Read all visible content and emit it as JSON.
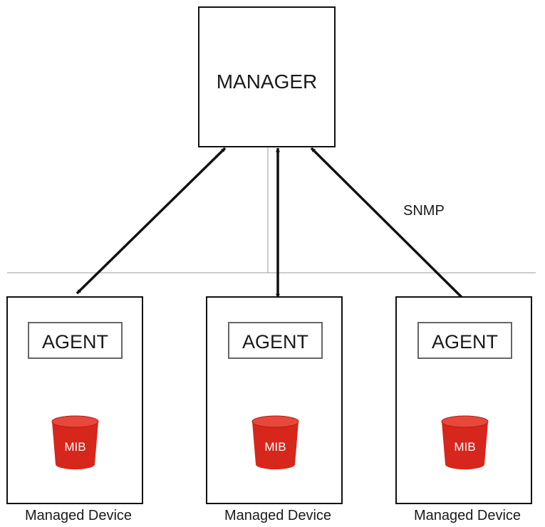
{
  "manager": {
    "label": "MANAGER"
  },
  "protocol": {
    "label": "SNMP"
  },
  "devices": [
    {
      "agent_label": "AGENT",
      "mib_label": "MIB",
      "caption": "Managed Device"
    },
    {
      "agent_label": "AGENT",
      "mib_label": "MIB",
      "caption": "Managed Device"
    },
    {
      "agent_label": "AGENT",
      "mib_label": "MIB",
      "caption": "Managed Device"
    }
  ],
  "colors": {
    "mib_fill": "#d7261b",
    "mib_top": "#e8473c",
    "line": "#111111",
    "divider": "#9a9a9a"
  }
}
